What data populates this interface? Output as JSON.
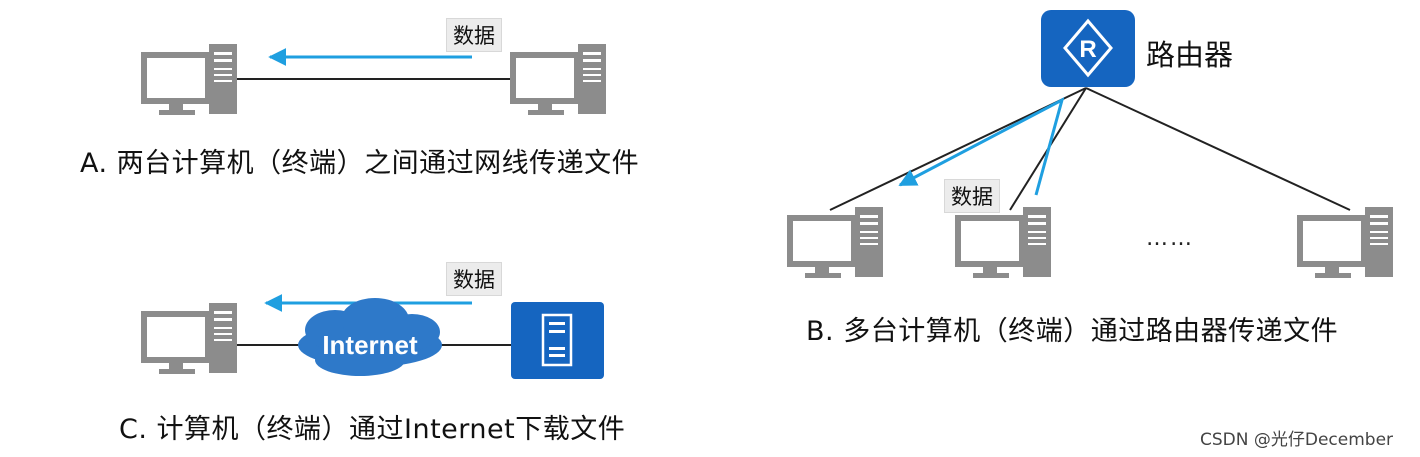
{
  "captions": {
    "a": "A. 两台计算机（终端）之间通过网线传递文件",
    "b": "B. 多台计算机（终端）通过路由器传递文件",
    "c": "C. 计算机（终端）通过Internet下载文件"
  },
  "data_tags": {
    "a": "数据",
    "b": "数据",
    "c": "数据"
  },
  "router": {
    "badge": "R",
    "label": "路由器"
  },
  "cloud_label": "Internet",
  "ellipsis": "……",
  "watermark": "CSDN @光仔December",
  "colors": {
    "arrow": "#1f9fe0",
    "router": "#1565c0",
    "server": "#1565c0",
    "cloud": "#2e79c9",
    "computer": "#8c8c8c"
  }
}
